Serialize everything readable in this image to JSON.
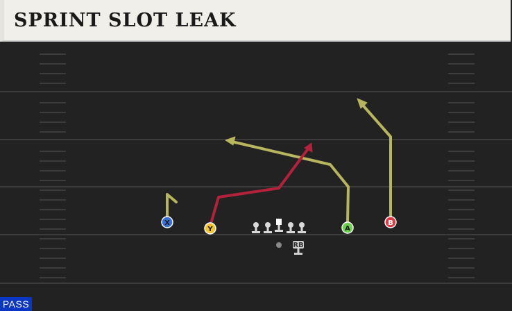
{
  "play": {
    "title": "SPRINT SLOT LEAK",
    "type": "PASS"
  },
  "colors": {
    "field": "#222222",
    "yard_line": "#3c3c3c",
    "hash": "#454545",
    "route_primary": "#b8b55f",
    "route_highlight": "#b3223a",
    "title_bg": "#f0efea",
    "badge_bg": "#0b36c4"
  },
  "players": {
    "x": {
      "label": "X",
      "color": "#3b6fd8",
      "text_color": "#1a1a1a"
    },
    "y": {
      "label": "Y",
      "color": "#f2c230",
      "text_color": "#1a1a1a"
    },
    "a": {
      "label": "A",
      "color": "#6fd04a",
      "text_color": "#1a1a1a"
    },
    "b": {
      "label": "B",
      "color": "#e03a43",
      "text_color": "#ffffff"
    },
    "rb": {
      "label": "RB"
    }
  },
  "icons": {
    "lineman": "lineman-icon",
    "quarterback": "quarterback-icon",
    "running_back": "running-back-icon"
  }
}
